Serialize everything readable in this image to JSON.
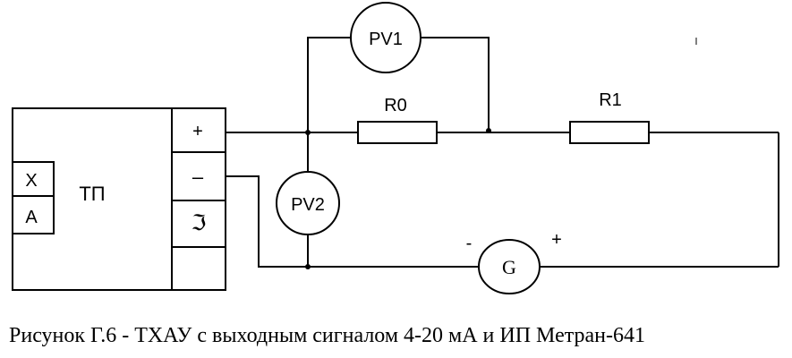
{
  "block": {
    "label": "ТП",
    "left_terminals": [
      "X",
      "A"
    ],
    "right_terminals": [
      "+",
      "–",
      "ℑ",
      ""
    ]
  },
  "components": {
    "pv1": "PV1",
    "pv2": "PV2",
    "r0": "R0",
    "r1": "R1",
    "g": "G",
    "g_minus": "-",
    "g_plus": "+"
  },
  "caption": "Рисунок Г.6 - ТХАУ с выходным сигналом 4-20 мА и ИП Метран-641",
  "colors": {
    "line": "#000000",
    "background": "#ffffff"
  }
}
